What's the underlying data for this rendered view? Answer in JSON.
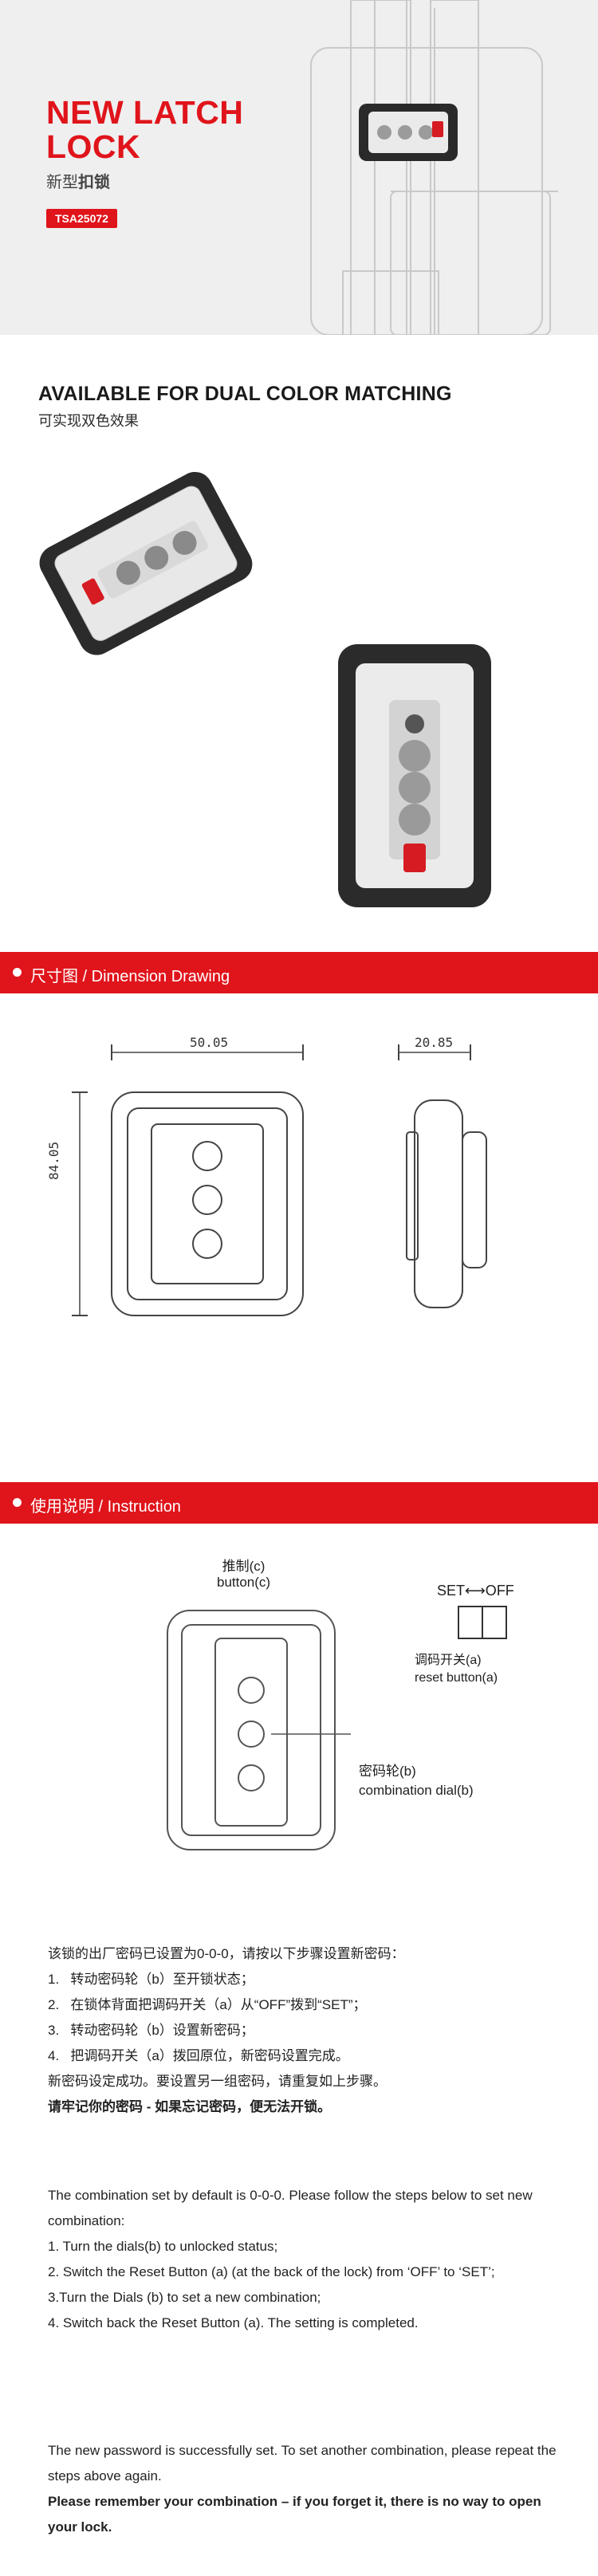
{
  "hero": {
    "title": "NEW LATCH\nLOCK",
    "subtitle_normal": "新型",
    "subtitle_bold": "扣锁",
    "sku": "TSA25072"
  },
  "colors": {
    "brand_red": "#e0141b",
    "bg_light": "#efefef",
    "lock_dark": "#2a2a2a",
    "lock_silver": "#e9e9e9"
  },
  "avail": {
    "heading": "AVAILABLE FOR DUAL COLOR MATCHING",
    "sub": "可实现双色效果"
  },
  "dimension": {
    "bar_title": "尺寸图 / Dimension Drawing",
    "width_label": "50.05",
    "depth_label": "20.85",
    "height_label": "84.05"
  },
  "instruction": {
    "bar_title": "使用说明 / Instruction",
    "push_button_zh": "推制(c)",
    "push_button_en": "button(c)",
    "set_off": "SET⟷OFF",
    "reset_zh": "调码开关(a)",
    "reset_en": "reset button(a)",
    "dial_zh": "密码轮(b)",
    "dial_en": "combination dial(b)"
  },
  "steps_zh": {
    "intro": "该锁的出厂密码已设置为0-0-0，请按以下步骤设置新密码：",
    "s1": "1.   转动密码轮（b）至开锁状态；",
    "s2": "2.   在锁体背面把调码开关（a）从“OFF”拨到“SET”；",
    "s3": "3.   转动密码轮（b）设置新密码；",
    "s4": "4.   把调码开关（a）拨回原位，新密码设置完成。",
    "outro": "新密码设定成功。要设置另一组密码，请重复如上步骤。",
    "warning": "请牢记你的密码 - 如果忘记密码，便无法开锁。"
  },
  "steps_en": {
    "intro": "The combination set by default is 0-0-0. Please follow the steps below to set new combination:",
    "s1": "1. Turn the dials(b) to unlocked status;",
    "s2": "2. Switch the Reset Button (a) (at the back of the lock) from ‘OFF’ to ‘SET’;",
    "s3": "3.Turn the Dials (b) to set a new combination;",
    "s4": "4. Switch back the Reset Button (a). The setting is completed.",
    "outro": "The new password is successfully set. To set another combination, please repeat the steps above again.",
    "warning": "Please remember your combination – if you forget it, there is no way to open your lock."
  }
}
